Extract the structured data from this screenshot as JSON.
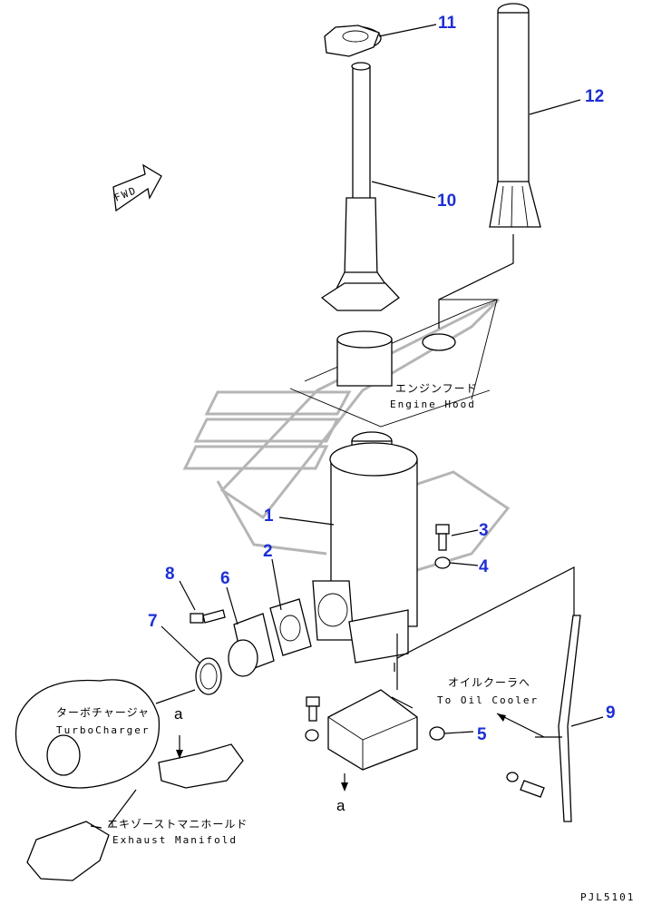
{
  "callouts": {
    "c1": "1",
    "c2": "2",
    "c3": "3",
    "c4": "4",
    "c5": "5",
    "c6": "6",
    "c7": "7",
    "c8": "8",
    "c9": "9",
    "c10": "10",
    "c11": "11",
    "c12": "12"
  },
  "labels": {
    "engine_hood_jp": "エンジンフード",
    "engine_hood_en": "Engine Hood",
    "oil_cooler_jp": "オイルクーラへ",
    "oil_cooler_en": "To Oil Cooler",
    "turbo_jp": "ターボチャージャ",
    "turbo_en": "TurboCharger",
    "exhaust_jp": "エキゾーストマニホールド",
    "exhaust_en": "Exhaust Manifold",
    "fwd": "FWD",
    "ref_a_top": "a",
    "ref_a_bottom": "a",
    "drawing_code": "PJL5101"
  },
  "colors": {
    "callout": "#1c2fd6",
    "line": "#000000",
    "watermark": "#b5b5b5"
  }
}
